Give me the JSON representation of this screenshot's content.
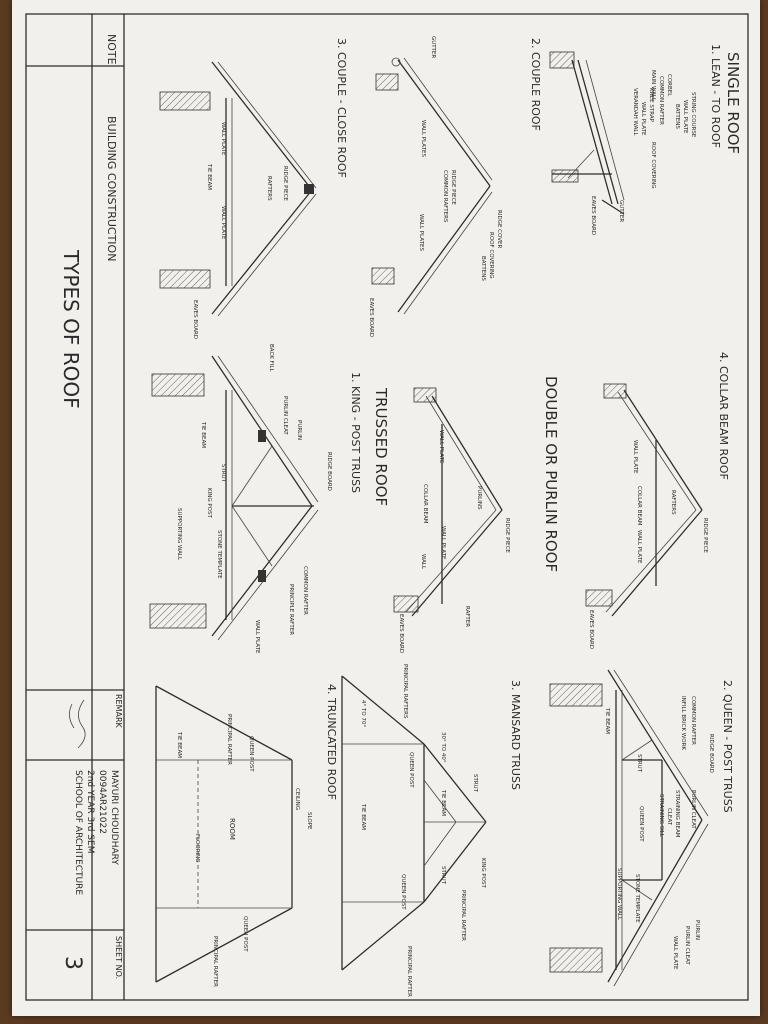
{
  "sheet": {
    "title": "SINGLE ROOF",
    "double_title": "DOUBLE OR PURLIN ROOF",
    "trussed_title": "TRUSSED ROOF",
    "note_label": "NOTE",
    "subject": "BUILDING CONSTRUCTION",
    "drawing_title": "TYPES OF ROOF",
    "remark_label": "REMARK",
    "student": {
      "name": "MAYURI CHOUDHARY",
      "roll": "0094AR21022",
      "year": "2nd YEAR 3rd SEM",
      "school": "SCHOOL OF ARCHITECTURE"
    },
    "sheet_no_label": "SHEET NO.",
    "sheet_no": "3"
  },
  "panels": {
    "lean_to": {
      "heading": "1. LEAN - TO ROOF",
      "labels": [
        "STRING COURSE",
        "WALL PLATE",
        "BATTENS",
        "CORBEL",
        "COMMON RAFTER",
        "KNEE STRAP",
        "MAIN WALL",
        "WALL PLATE",
        "VERANDAH WALL",
        "ROOF COVERING",
        "GUTTER",
        "EAVES BOARD"
      ]
    },
    "couple": {
      "heading": "2. COUPLE ROOF",
      "labels": [
        "GUTTER",
        "WALL PLATES",
        "RIDGE PIECE",
        "COMMON RAFTERS",
        "WALL PLATES",
        "RIDGE COVER",
        "ROOF COVERING",
        "BATTENS",
        "EAVES BOARD"
      ]
    },
    "couple_close": {
      "heading": "3. COUPLE - CLOSE ROOF",
      "labels": [
        "RIDGE PIECE",
        "RAFTERS",
        "WALL PLATE",
        "TIE BEAM",
        "WALL PLATE",
        "EAVES BOARD"
      ]
    },
    "collar_beam": {
      "heading": "4. COLLAR BEAM ROOF",
      "labels": [
        "RIDGE PIECE",
        "RAFTERS",
        "WALL PLATE",
        "COLLAR BEAM",
        "WALL PLATE",
        "EAVES BOARD"
      ]
    },
    "purlin": {
      "labels": [
        "RIDGE PIECE",
        "PURLINS",
        "WALL PLATE",
        "COLLAR BEAM",
        "WALL PLATE",
        "WALL",
        "RAFTER",
        "EAVES BOARD"
      ]
    },
    "king_post": {
      "heading": "1. KING - POST TRUSS",
      "labels": [
        "RIDGE BOARD",
        "PURLIN",
        "PURLIN CLEAT",
        "BACK FILL",
        "COMMON RAFTER",
        "PRINCIPLE RAFTER",
        "TIE BEAM",
        "STRUT",
        "KING POST",
        "STONE TEMPLATE",
        "WALL PLATE",
        "SUPPORTING WALL"
      ]
    },
    "queen_post": {
      "heading": "2. QUEEN - POST TRUSS",
      "labels": [
        "RIDGE BOARD",
        "COMMON RAFTER",
        "INFILL BRICK WORK",
        "PURLIN CLEAT",
        "STRAINING BEAM",
        "CLEAT",
        "STRAINING SILL",
        "TIE BEAM",
        "STRUT",
        "QUEEN POST",
        "STONE TEMPLATE",
        "SUPPORTING WALL",
        "PURLIN",
        "PURLIN CLEAT",
        "WALL PLATE"
      ]
    },
    "mansard": {
      "heading": "3. MANSARD TRUSS",
      "labels": [
        "PRINCIPAL RAFTERS",
        "QUEEN POST",
        "STRUT",
        "TIE BEAM",
        "KING POST",
        "PRINCIPAL RAFTER",
        "QUEEN POST",
        "STRUT",
        "PRINCIPAL RAFTER",
        "TIE BEAM",
        "4° TO 70°",
        "30° TO 40°"
      ]
    },
    "truncated": {
      "heading": "4. TRUNCATED ROOF",
      "labels": [
        "SLOPE",
        "CEILING",
        "QUEEN POST",
        "PRINCIPAL RAFTER",
        "ROOM",
        "FLOORING",
        "TIE BEAM",
        "QUEEN POST",
        "PRINCIPAL RAFTER"
      ]
    }
  },
  "colors": {
    "paper": "#f1f0ec",
    "ink": "#2e2e2e",
    "background": "#5b3a22"
  }
}
